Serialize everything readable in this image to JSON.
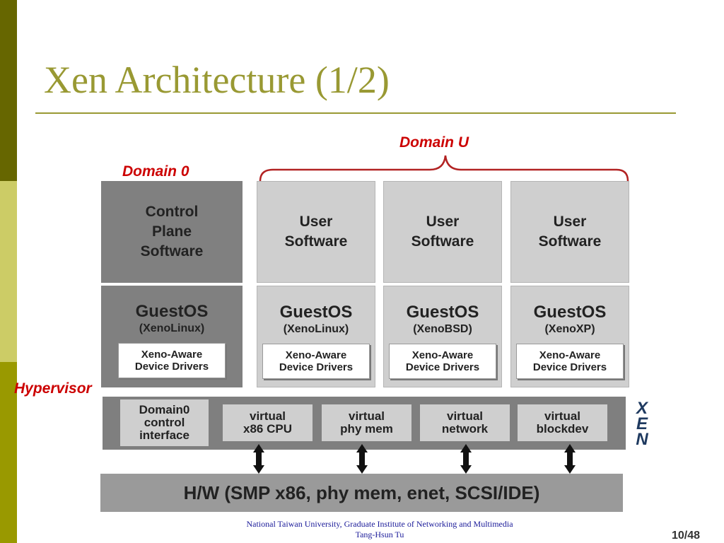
{
  "slide": {
    "title": "Xen Architecture (1/2)",
    "footer_line1": "National Taiwan University, Graduate Institute of Networking and Multimedia",
    "footer_line2": "Tang-Hsun Tu",
    "page_number": "10/48"
  },
  "colors": {
    "sidebar_top": "#666600",
    "sidebar_mid": "#cccc66",
    "sidebar_bottom": "#999900",
    "title": "#999933",
    "label_red": "#cc0000",
    "domain0_fill": "#808080",
    "domainU_fill": "#cfcfcf",
    "hypervisor_fill": "#7f7f7f",
    "hardware_fill": "#9a9a9a"
  },
  "diagram": {
    "domain0_label": "Domain 0",
    "domainU_label": "Domain U",
    "hypervisor_label": "Hypervisor",
    "domain0": {
      "top_line1": "Control",
      "top_line2": "Plane",
      "top_line3": "Software",
      "guestos": "GuestOS",
      "os_name": "(XenoLinux)",
      "drivers_line1": "Xeno-Aware",
      "drivers_line2": "Device Drivers"
    },
    "domains_u": [
      {
        "top_line1": "User",
        "top_line2": "Software",
        "guestos": "GuestOS",
        "os_name": "(XenoLinux)",
        "drivers_line1": "Xeno-Aware",
        "drivers_line2": "Device Drivers"
      },
      {
        "top_line1": "User",
        "top_line2": "Software",
        "guestos": "GuestOS",
        "os_name": "(XenoBSD)",
        "drivers_line1": "Xeno-Aware",
        "drivers_line2": "Device Drivers"
      },
      {
        "top_line1": "User",
        "top_line2": "Software",
        "guestos": "GuestOS",
        "os_name": "(XenoXP)",
        "drivers_line1": "Xeno-Aware",
        "drivers_line2": "Device Drivers"
      }
    ],
    "hypervisor": {
      "control_line1": "Domain0",
      "control_line2": "control",
      "control_line3": "interface",
      "components": [
        {
          "line1": "virtual",
          "line2": "x86 CPU"
        },
        {
          "line1": "virtual",
          "line2": "phy mem"
        },
        {
          "line1": "virtual",
          "line2": "network"
        },
        {
          "line1": "virtual",
          "line2": "blockdev"
        }
      ],
      "logo_letters": [
        "X",
        "E",
        "N"
      ]
    },
    "hardware": "H/W (SMP x86, phy mem, enet, SCSI/IDE)"
  }
}
